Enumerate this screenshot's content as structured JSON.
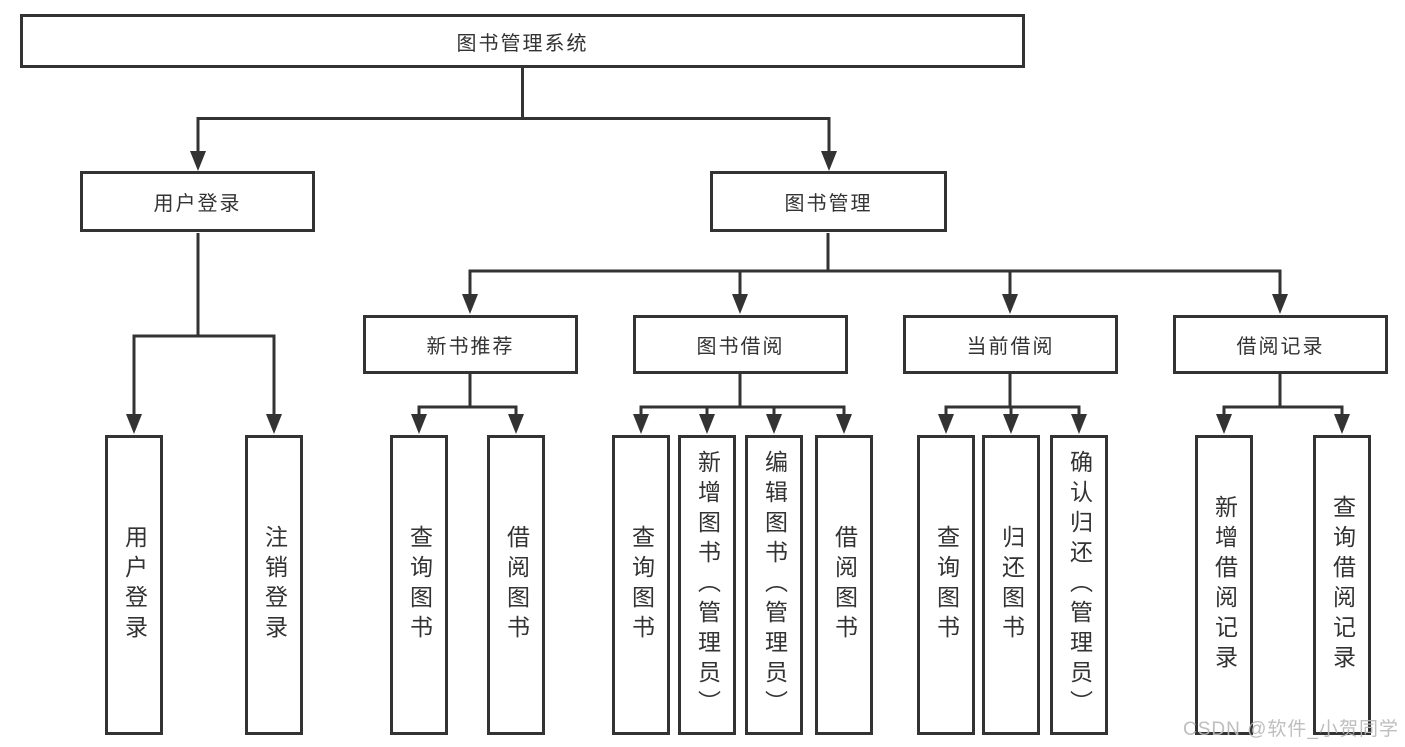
{
  "tree": {
    "root": "图书管理系统",
    "children": [
      {
        "label": "用户登录",
        "children": [
          {
            "label": "用户登录"
          },
          {
            "label": "注销登录"
          }
        ]
      },
      {
        "label": "图书管理",
        "children": [
          {
            "label": "新书推荐",
            "children": [
              {
                "label": "查询图书"
              },
              {
                "label": "借阅图书"
              }
            ]
          },
          {
            "label": "图书借阅",
            "children": [
              {
                "label": "查询图书"
              },
              {
                "label": "新增图书（管理员）"
              },
              {
                "label": "编辑图书（管理员）"
              },
              {
                "label": "借阅图书"
              }
            ]
          },
          {
            "label": "当前借阅",
            "children": [
              {
                "label": "查询图书"
              },
              {
                "label": "归还图书"
              },
              {
                "label": "确认归还（管理员）"
              }
            ]
          },
          {
            "label": "借阅记录",
            "children": [
              {
                "label": "新增借阅记录"
              },
              {
                "label": "查询借阅记录"
              }
            ]
          }
        ]
      }
    ]
  },
  "watermark": "CSDN @软件_小贺同学",
  "colors": {
    "line": "#333333",
    "border": "#333333",
    "text": "#333333",
    "watermark_text": "#b9b9b9",
    "background": "#ffffff"
  }
}
